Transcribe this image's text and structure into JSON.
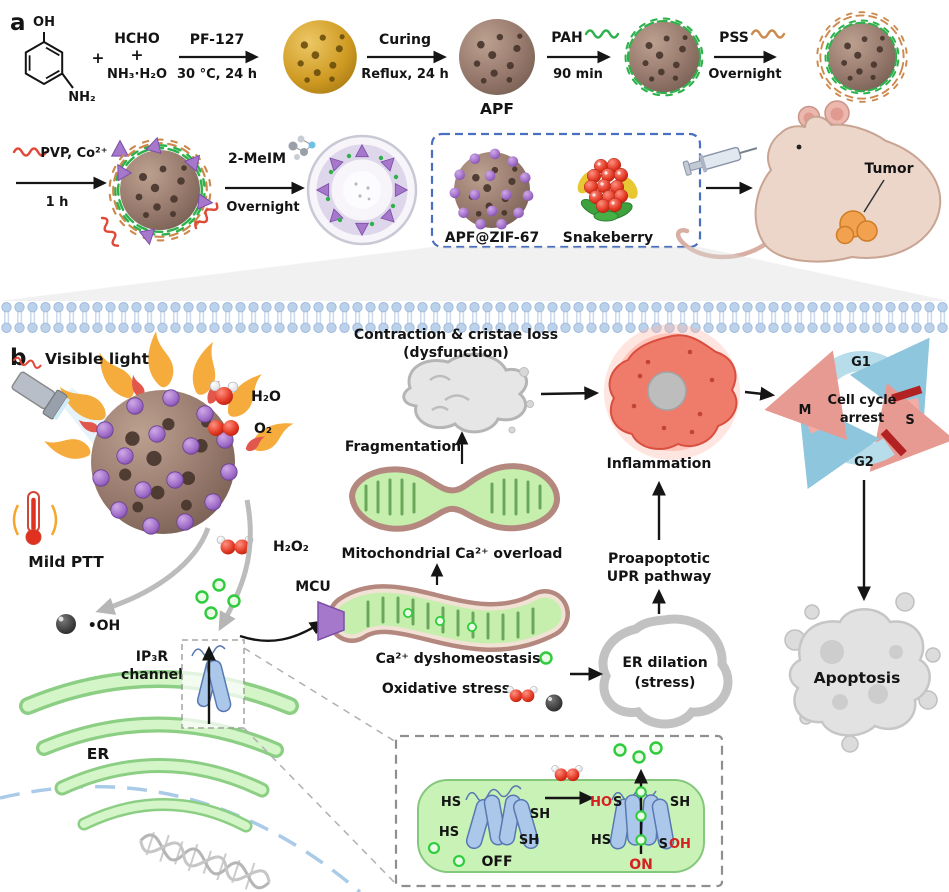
{
  "figure": {
    "type": "scientific schematic",
    "panels": [
      "a",
      "b"
    ]
  },
  "panel_a": {
    "label": "a",
    "chem": {
      "oh": "OH",
      "nh2": "NH₂",
      "plus1": "+",
      "hcho": "HCHO",
      "plus2": "+",
      "ammonia": "NH₃·H₂O"
    },
    "step_pf127": {
      "top": "PF-127",
      "bottom": "30 °C, 24 h"
    },
    "step_curing": {
      "top": "Curing",
      "bottom": "Reflux, 24 h"
    },
    "apf_label": "APF",
    "step_pah": {
      "top": "PAH",
      "bottom": "90 min"
    },
    "step_pss": {
      "top": "PSS",
      "bottom": "Overnight"
    },
    "step_pvp": {
      "top": "PVP, Co²⁺",
      "bottom": "1 h"
    },
    "step_meim": {
      "top": "2-MeIM",
      "bottom": "Overnight"
    },
    "product_label": "APF@ZIF-67",
    "berry_label": "Snakeberry",
    "tumor_label": "Tumor"
  },
  "panel_b": {
    "label": "b",
    "visible_light": "Visible light",
    "mild_ptt": "Mild PTT",
    "h2o": "H₂O",
    "o2": "O₂",
    "h2o2": "H₂O₂",
    "oh_radical": "•OH",
    "ip3r_line1": "IP₃R",
    "ip3r_line2": "channel",
    "er": "ER",
    "mcu": "MCU",
    "mito_overload": "Mitochondrial Ca²⁺ overload",
    "fragmentation": "Fragmentation",
    "contraction_line1": "Contraction & cristae loss",
    "contraction_line2": "(dysfunction)",
    "inflammation": "Inflammation",
    "upr_line1": "Proapoptotic",
    "upr_line2": "UPR pathway",
    "ca_dyshomeostasis": "Ca²⁺ dyshomeostasis",
    "oxidative_stress": "Oxidative stress",
    "er_dilation_line1": "ER dilation",
    "er_dilation_line2": "(stress)",
    "apoptosis": "Apoptosis",
    "cell_cycle": {
      "center_line1": "Cell cycle",
      "center_line2": "arrest",
      "g1": "G1",
      "s": "S",
      "g2": "G2",
      "m": "M"
    },
    "redox": {
      "left_top_left": "HS",
      "left_top_right": "SH",
      "left_bottom_left": "HS",
      "left_bottom_right": "SH",
      "off": "OFF",
      "right_top_left_red": "HO",
      "right_top_left_s": "S",
      "right_top_right": "SH",
      "right_bottom_left": "HS",
      "right_bottom_right_s": "S",
      "right_bottom_right_red": "OH",
      "on": "ON"
    }
  },
  "illustrations": [
    "benzene-ring",
    "gold-nanosphere",
    "apf-nanosphere",
    "polymer-coated-nanosphere",
    "zif67-shell-zoom",
    "apf-zif67-nanosphere",
    "snakeberry",
    "syringe",
    "mouse-with-tumor",
    "lipid-bilayer-membrane",
    "flashlight",
    "flames",
    "thermometer",
    "water-molecule",
    "oxygen-molecule",
    "hydrogen-peroxide-molecule",
    "hydroxyl-radical",
    "ip3r-channel",
    "endoplasmic-reticulum",
    "nucleus-dna",
    "mcu-channel",
    "mitochondrion",
    "fragmented-mitochondrion",
    "dysfunctional-mitochondrion",
    "inflamed-cell",
    "cell-cycle-ring",
    "er-dilation-loop",
    "apoptotic-cell",
    "redox-channel-off",
    "redox-channel-on"
  ],
  "colors": {
    "apf_brown": "#96796c",
    "gold": "#cf9a22",
    "zif_purple": "#9f6cc8",
    "pah_green": "#2db14a",
    "pss_orange": "#cd8a4e",
    "pvp_red": "#e04838",
    "dashed_box_blue": "#4a6fc0",
    "membrane_blue": "#bcd2ea",
    "flame_orange": "#f6a62d",
    "ca_green": "#2ecc3c",
    "er_green": "#c9f3b6",
    "mito_membrane": "#b4887e",
    "mito_matrix": "#c6eeac",
    "inflamed_red": "#ef7b6b",
    "cycle_blue": "#b7dcea",
    "cycle_pink": "#f2aca4",
    "arrest_red": "#b22222",
    "gray": "#bdbdbd",
    "channel_blue": "#abc8ea",
    "redox_red_text": "#d42020"
  }
}
